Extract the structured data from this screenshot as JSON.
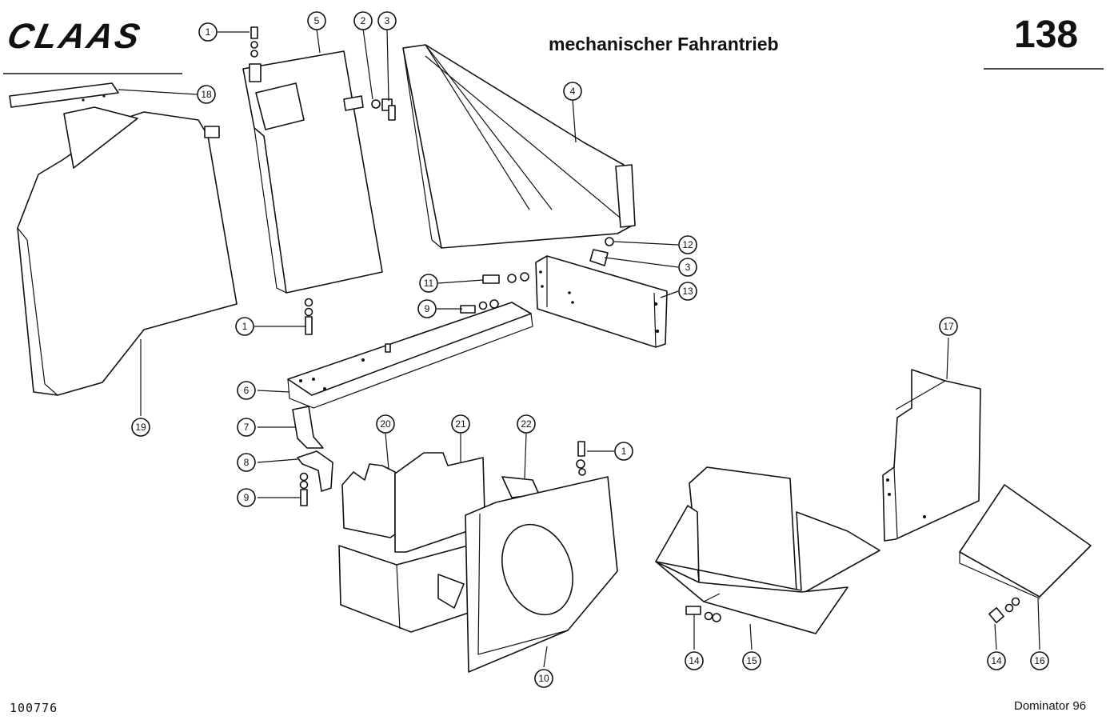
{
  "header": {
    "brand": "CLAAS",
    "title": "mechanischer Fahrantrieb",
    "page_number": "138"
  },
  "footer": {
    "document_number": "100776",
    "model": "Dominator 96"
  },
  "callouts": [
    {
      "id": "c1a",
      "label": "1"
    },
    {
      "id": "c5",
      "label": "5"
    },
    {
      "id": "c2",
      "label": "2"
    },
    {
      "id": "c3a",
      "label": "3"
    },
    {
      "id": "c18",
      "label": "18"
    },
    {
      "id": "c4",
      "label": "4"
    },
    {
      "id": "c12",
      "label": "12"
    },
    {
      "id": "c3b",
      "label": "3"
    },
    {
      "id": "c11",
      "label": "11"
    },
    {
      "id": "c13",
      "label": "13"
    },
    {
      "id": "c9a",
      "label": "9"
    },
    {
      "id": "c1b",
      "label": "1"
    },
    {
      "id": "c6",
      "label": "6"
    },
    {
      "id": "c19",
      "label": "19"
    },
    {
      "id": "c7",
      "label": "7"
    },
    {
      "id": "c8",
      "label": "8"
    },
    {
      "id": "c9b",
      "label": "9"
    },
    {
      "id": "c20",
      "label": "20"
    },
    {
      "id": "c21",
      "label": "21"
    },
    {
      "id": "c22",
      "label": "22"
    },
    {
      "id": "c1c",
      "label": "1"
    },
    {
      "id": "c17",
      "label": "17"
    },
    {
      "id": "c10",
      "label": "10"
    },
    {
      "id": "c14a",
      "label": "14"
    },
    {
      "id": "c15",
      "label": "15"
    },
    {
      "id": "c14b",
      "label": "14"
    },
    {
      "id": "c16",
      "label": "16"
    }
  ]
}
